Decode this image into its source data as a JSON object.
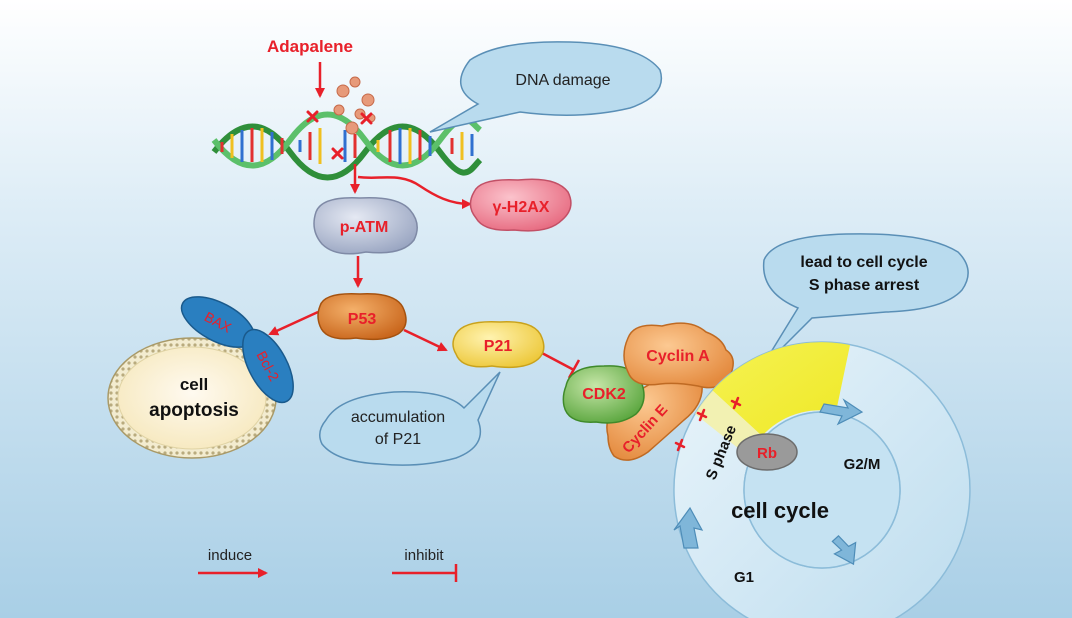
{
  "drug": "Adapalene",
  "bubbles": {
    "dna_damage": "DNA damage",
    "accumulation_line1": "accumulation",
    "accumulation_line2": "of P21",
    "arrest_line1": "lead to cell cycle",
    "arrest_line2": "S phase arrest"
  },
  "proteins": {
    "patm": "p-ATM",
    "h2ax": "γ-H2AX",
    "p53": "P53",
    "p21": "P21",
    "cdk2": "CDK2",
    "cyclin_a": "Cyclin A",
    "cyclin_e": "Cyclin E",
    "bax": "BAX",
    "bcl2": "Bcl-2"
  },
  "apoptosis": {
    "line1": "cell",
    "line2": "apoptosis"
  },
  "cell_cycle": {
    "title": "cell cycle",
    "s_phase": "S phase",
    "g2m": "G2/M",
    "g1": "G1",
    "rb": "Rb"
  },
  "legend": {
    "induce": "induce",
    "inhibit": "inhibit"
  },
  "colors": {
    "arrow": "#e8202a",
    "label_red": "#e8202a",
    "patm": "#b7c1d8",
    "h2ax": "#ef8a9c",
    "p53": "#e07f2c",
    "p21": "#f5d75a",
    "cdk2": "#7cc061",
    "cyclin": "#f0a060",
    "bax_bcl2": "#2a7fc0",
    "apoptosis_fill": "#fdf3d6",
    "bubble": "#b9dbee",
    "ring": "#cfe6f3",
    "s_phase": "#f3ef2a",
    "rb": "#9a9a9a"
  }
}
